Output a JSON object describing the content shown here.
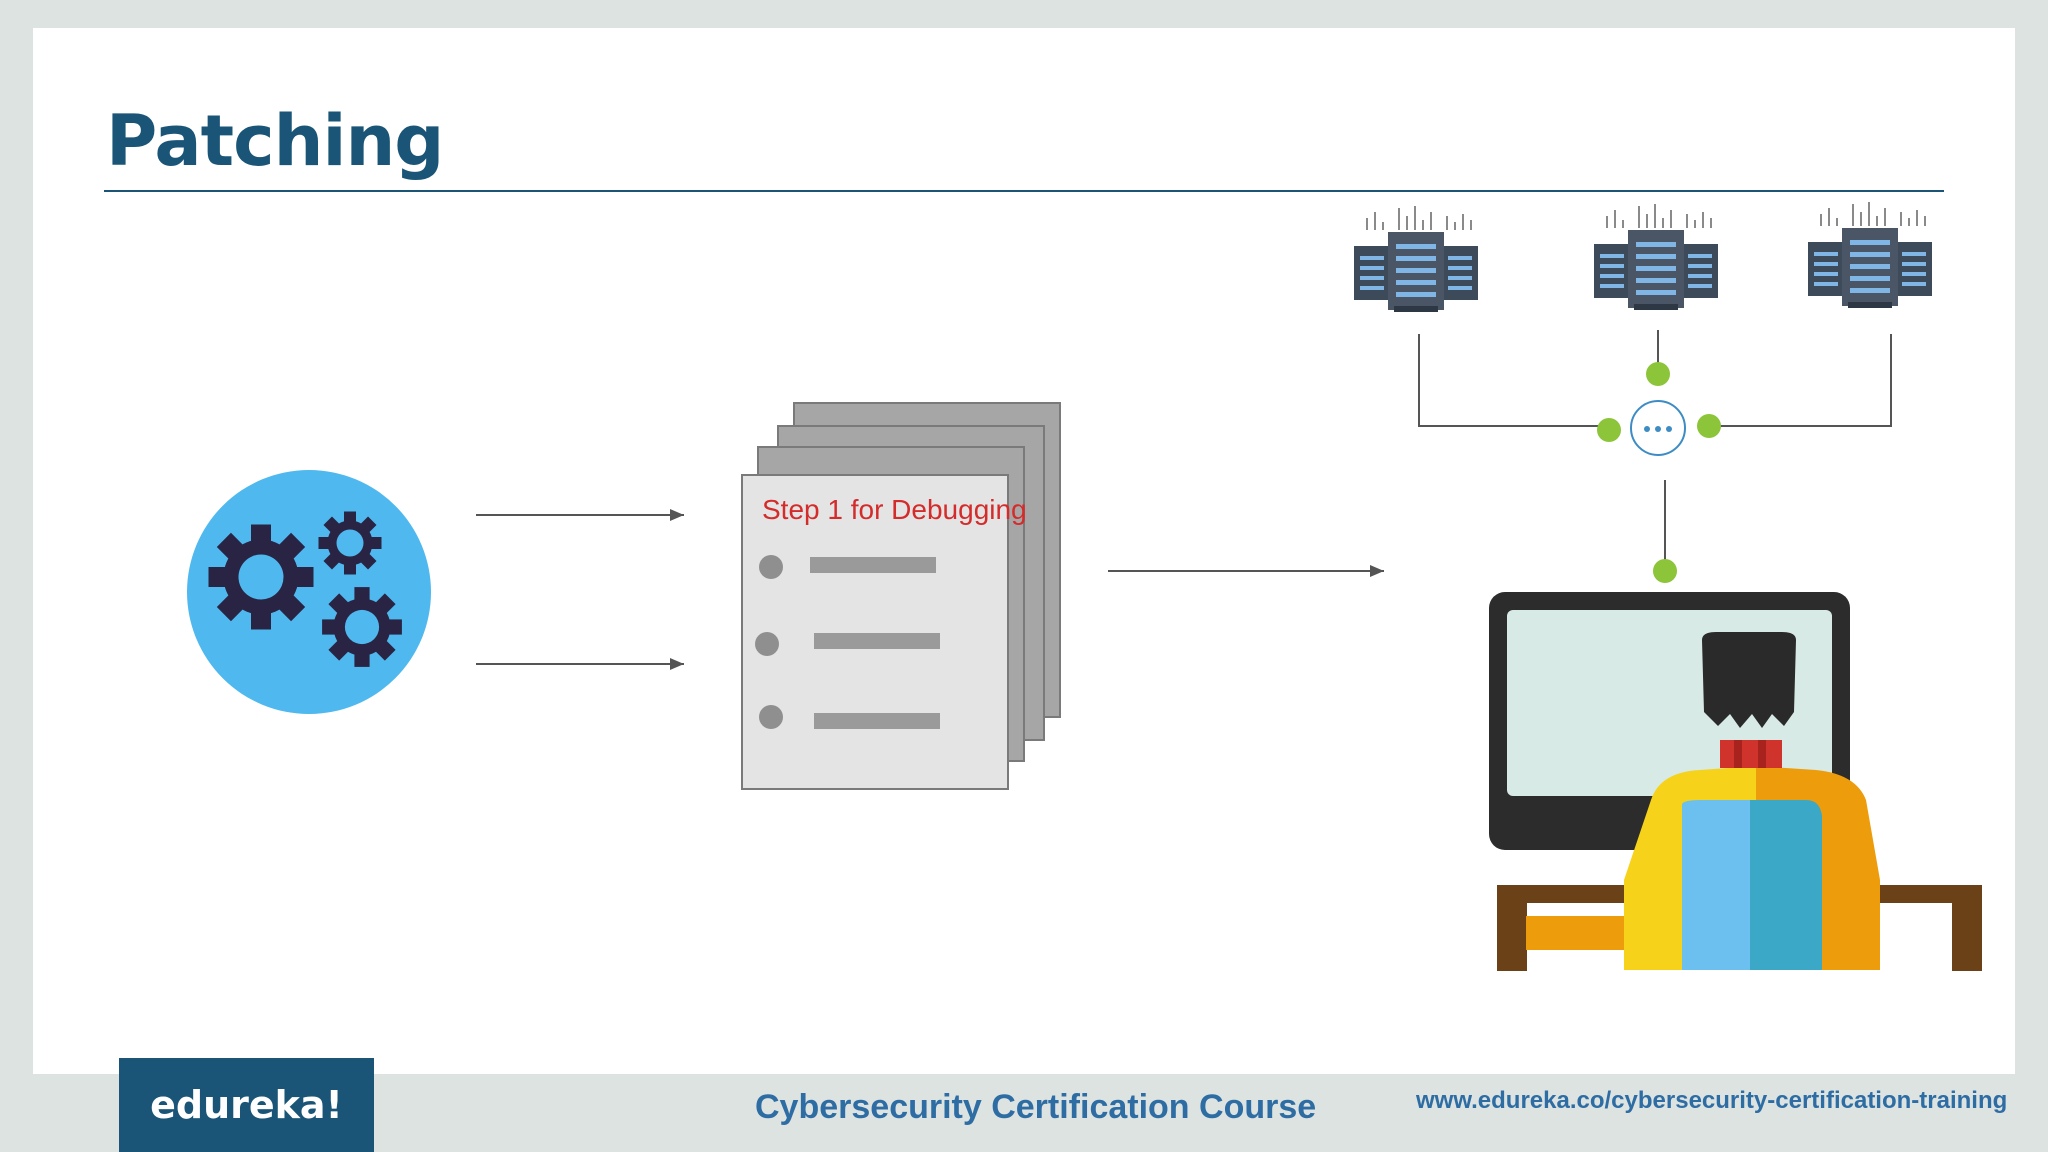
{
  "slide": {
    "title": "Patching",
    "document_heading": "Step 1 for Debugging"
  },
  "footer": {
    "logo": "edureka!",
    "course": "Cybersecurity Certification Course",
    "url": "www.edureka.co/cybersecurity-certification-training"
  },
  "colors": {
    "title": "#1a5577",
    "gear_circle": "#4fb9ef",
    "gear": "#2a2444",
    "node_dot": "#8cc43a",
    "doc_heading": "#d42b2b",
    "footer_logo_bg": "#1a5577",
    "footer_text": "#2e6da4"
  },
  "icons": [
    "gears-icon",
    "document-stack-icon",
    "server-icon",
    "network-hub-icon",
    "user-at-computer-icon"
  ]
}
